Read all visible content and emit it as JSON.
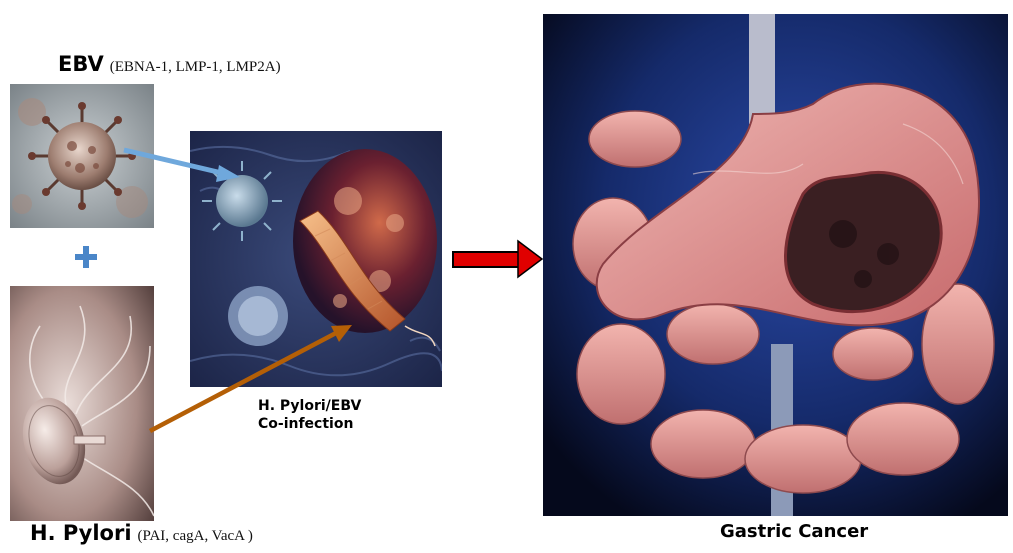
{
  "ebv": {
    "name": "EBV",
    "proteins": "(EBNA-1, LMP-1, LMP2A)"
  },
  "hpylori": {
    "name": "H. Pylori",
    "proteins": "(PAI, cagA, VacA )"
  },
  "coinfection": {
    "line1": "H. Pylori/EBV",
    "line2": "Co-infection"
  },
  "outcome": {
    "label": "Gastric Cancer"
  },
  "colors": {
    "ebv_arrow": "#6fa8dc",
    "hp_arrow": "#b45f06",
    "main_arrow": "#e00000",
    "plus": "#4a86c8"
  }
}
